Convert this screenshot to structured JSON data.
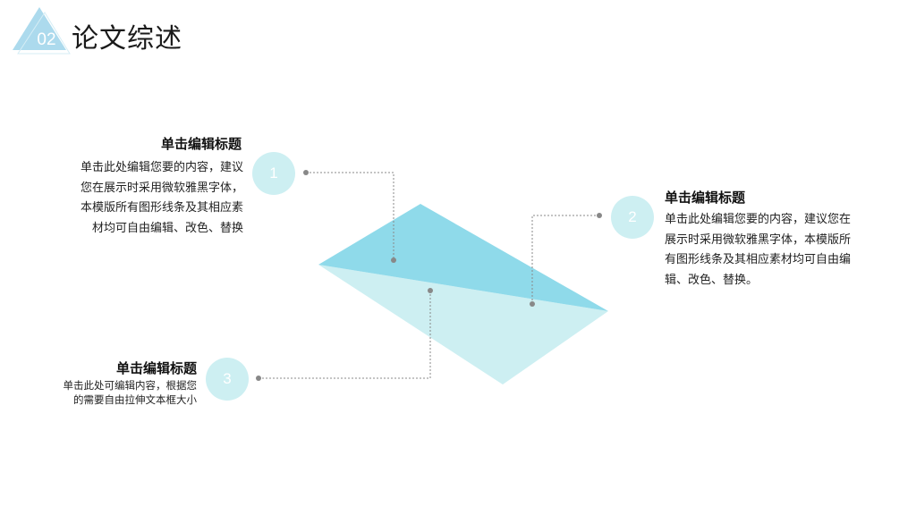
{
  "header": {
    "number": "02",
    "title": "论文综述"
  },
  "colors": {
    "accent_light": "#cdeff2",
    "accent_mid": "#8fdaea",
    "badge": "#a8d8ec",
    "connector": "#888888"
  },
  "items": [
    {
      "number": "1",
      "title": "单击编辑标题",
      "body_lines": [
        "单击此处编辑您要的内容，建议",
        "您在展示时采用微软雅黑字体，",
        "本模版所有图形线条及其相应素",
        "材均可自由编辑、改色、替换"
      ]
    },
    {
      "number": "2",
      "title": "单击编辑标题",
      "body_lines": [
        "单击此处编辑您要的内容，建议您在",
        "展示时采用微软雅黑字体，本模版所",
        "有图形线条及其相应素材均可自由编",
        "辑、改色、替换。"
      ]
    },
    {
      "number": "3",
      "title": "单击编辑标题",
      "body_lines": [
        "单击此处可编辑内容，根据您",
        "的需要自由拉伸文本框大小"
      ]
    }
  ]
}
